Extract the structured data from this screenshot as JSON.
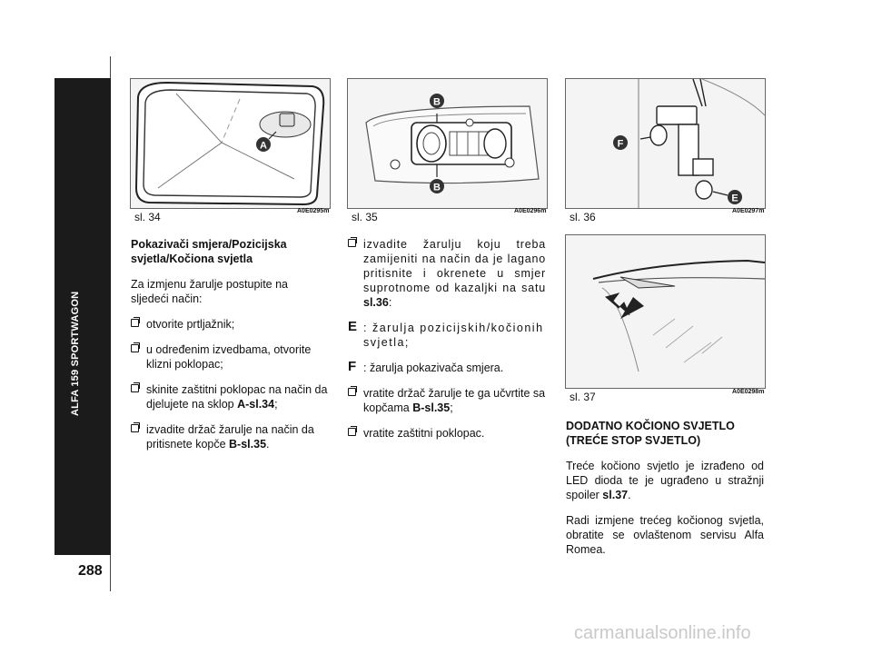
{
  "sidebar": {
    "title": "ALFA 159 SPORTWAGON"
  },
  "page_number": "288",
  "figures": [
    {
      "caption": "sl. 34",
      "code": "A0E0295m",
      "labels": [
        "A"
      ]
    },
    {
      "caption": "sl. 35",
      "code": "A0E0296m",
      "labels": [
        "B",
        "B"
      ]
    },
    {
      "caption": "sl. 36",
      "code": "A0E0297m",
      "labels": [
        "F",
        "E"
      ]
    },
    {
      "caption": "sl. 37",
      "code": "A0E0298m",
      "labels": []
    }
  ],
  "col1": {
    "heading": "Pokazivači smjera/Pozicijska svjetla/Kočiona svjetla",
    "intro": "Za izmjenu žarulje postupite na sljedeći način:",
    "b1": "otvorite prtljažnik;",
    "b2": "u određenim izvedbama, otvorite klizni poklopac;",
    "b3_text": "skinite zaštitni poklopac na način da djelujete na sklop ",
    "b3_ref": "A-sl.34",
    "b3_end": ";",
    "b4_text": "izvadite držač žarulje na način da pritisnete kopče ",
    "b4_ref": "B-sl.35",
    "b4_end": "."
  },
  "col2": {
    "b1_text": "izvadite žarulju koju treba zamijeniti na način da je lagano pritisnite i okrenete u smjer suprotnome od kazaljki na satu ",
    "b1_ref": "sl.36",
    "b1_end": ":",
    "e_letter": "E",
    "e_text": ": žarulja pozicijskih/kočionih svjetla;",
    "f_letter": "F",
    "f_text": ": žarulja pokazivača smjera.",
    "b2_text": "vratite držač žarulje te ga učvrtite sa kopčama ",
    "b2_ref": "B-sl.35",
    "b2_end": ";",
    "b3": "vratite zaštitni poklopac."
  },
  "col3": {
    "heading": "DODATNO KOČIONO SVJETLO (TREĆE STOP SVJETLO)",
    "p1_text": "Treće kočiono svjetlo je izrađeno od LED dioda te je ugrađeno u stražnji spoiler ",
    "p1_ref": "sl.37",
    "p1_end": ".",
    "p2": "Radi izmjene trećeg kočionog svjetla, obratite se ovlaštenom servisu Alfa Romea."
  },
  "watermark": "carmanualsonline.info",
  "colors": {
    "sidebar": "#1b1b1b",
    "label_badge": "#333333"
  }
}
